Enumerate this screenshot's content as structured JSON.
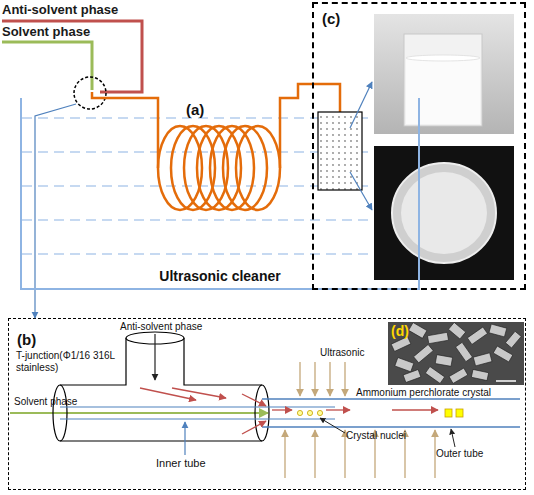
{
  "diagram": {
    "nodes": [
      {
        "text": [
          "Ultrasonic cleaner"
        ]
      },
      {
        "text": [
          "(c)"
        ]
      },
      {
        "text": [
          "(b)"
        ]
      },
      {
        "text": [
          "(d)"
        ],
        "in": 2
      }
    ],
    "edges": [
      {
        "from": 0,
        "to": 2,
        "arrow": "to"
      }
    ],
    "labels": [
      "Anti-solvent phase",
      "Solvent phase",
      "(a)",
      "Anti-solvent phase",
      "T-junction(Φ1/16 316L stainless)",
      "Solvent phase",
      "Inner tube",
      "Ultrasonic",
      "Ammonium perchlorate crystal",
      "Crystal nuclei",
      "Outer tube"
    ]
  }
}
